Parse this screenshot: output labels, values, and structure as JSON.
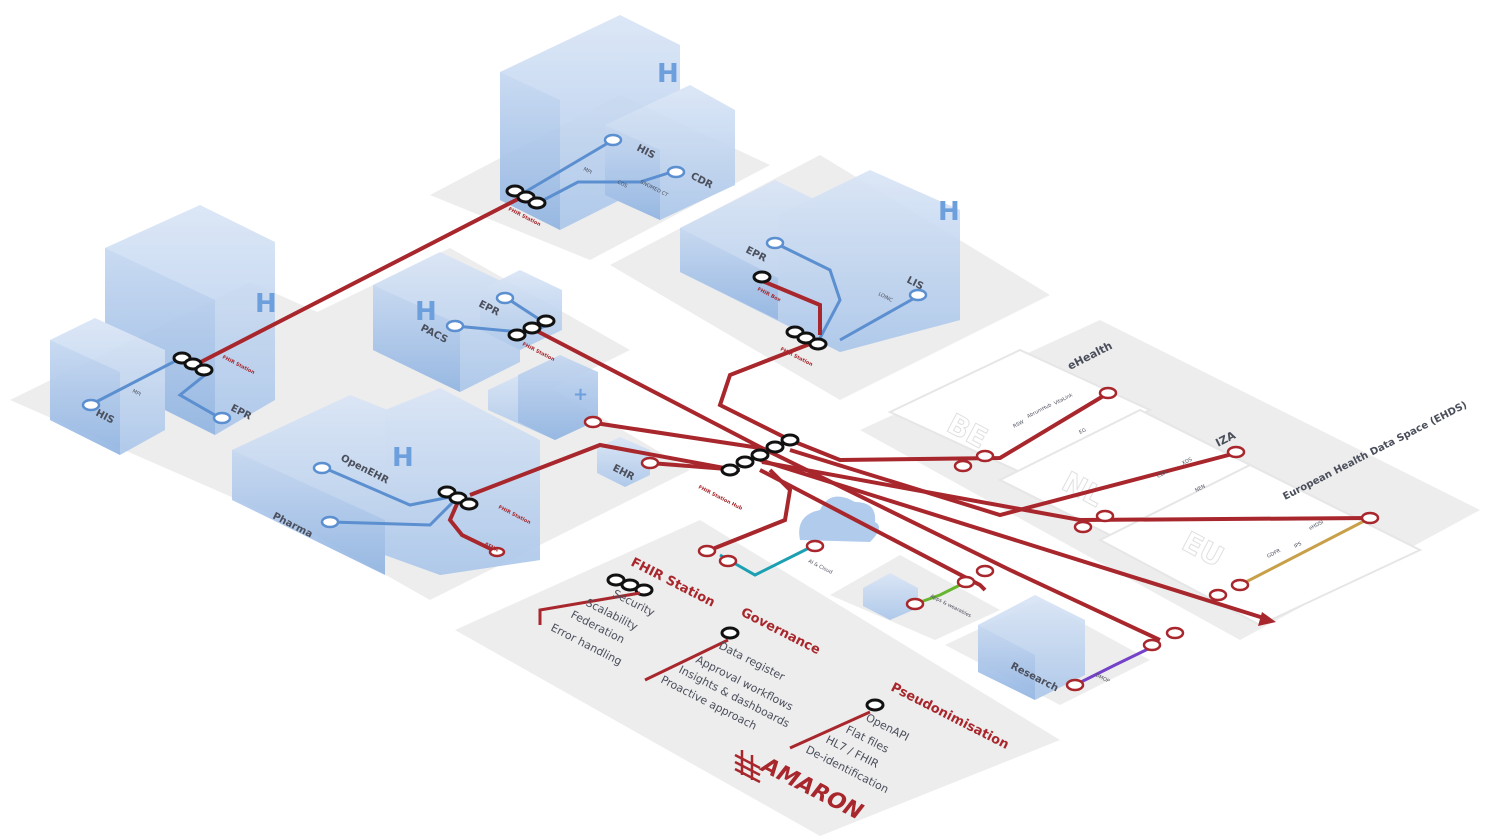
{
  "hospitals": {
    "west": {
      "his": "HIS",
      "epr": "EPR",
      "mpi": "MPI",
      "station": "FHIR Station"
    },
    "north": {
      "his": "HIS",
      "cdr": "CDR",
      "mpi": "MPI",
      "cds": "CDS",
      "snomed": "SNOMED CT",
      "station": "FHIR Station"
    },
    "center": {
      "epr": "EPR",
      "pacs": "PACS",
      "station": "FHIR Station"
    },
    "east": {
      "epr": "EPR",
      "lis": "LIS",
      "loinc": "LOINC",
      "box": "FHIR Box",
      "station": "FHIR Station"
    },
    "southwest": {
      "openehr": "OpenEHR",
      "pharma": "Pharma",
      "station": "FHIR Station",
      "atna": "ATNA"
    }
  },
  "hub": {
    "ehr": "EHR",
    "station_hub": "FHIR Station Hub"
  },
  "cloud": {
    "label": "AI & Cloud"
  },
  "apps": {
    "label": "Apps & wearables"
  },
  "research": {
    "label": "Research",
    "omop": "OMOP"
  },
  "countries": {
    "be": {
      "code": "BE",
      "title": "eHealth",
      "items": [
        "VitaLink",
        "AbrumHub",
        "RSW",
        "EG"
      ]
    },
    "nl": {
      "code": "NL",
      "title": "IZA",
      "items": [
        "XDS",
        "CDA",
        "NEN"
      ]
    },
    "eu": {
      "code": "EU",
      "title": "European Health Data Space (EHDS)",
      "items": [
        "eHDSI",
        "IPS",
        "GDPR"
      ]
    }
  },
  "legend": {
    "fhir_station": {
      "title": "FHIR Station",
      "items": [
        "Security",
        "Scalability",
        "Federation",
        "Error handling"
      ]
    },
    "governance": {
      "title": "Governance",
      "items": [
        "Data register",
        "Approval workflows",
        "Insights & dashboards",
        "Proactive approach"
      ]
    },
    "pseudonimisation": {
      "title": "Pseudonimisation",
      "items": [
        "OpenAPI",
        "Flat files",
        "HL7 / FHIR",
        "De-identification"
      ]
    }
  },
  "brand": {
    "name": "AMARON"
  },
  "icons": {
    "hospital": "H",
    "clinic": "+"
  },
  "colors": {
    "trunk": "#a8272d",
    "internal": "#5b8fd0",
    "cloud": "#1ba0b3",
    "apps": "#68b52e",
    "research": "#7442c8",
    "eu": "#c9a04a",
    "building": "#a9c6ea",
    "ground": "#ececec"
  }
}
